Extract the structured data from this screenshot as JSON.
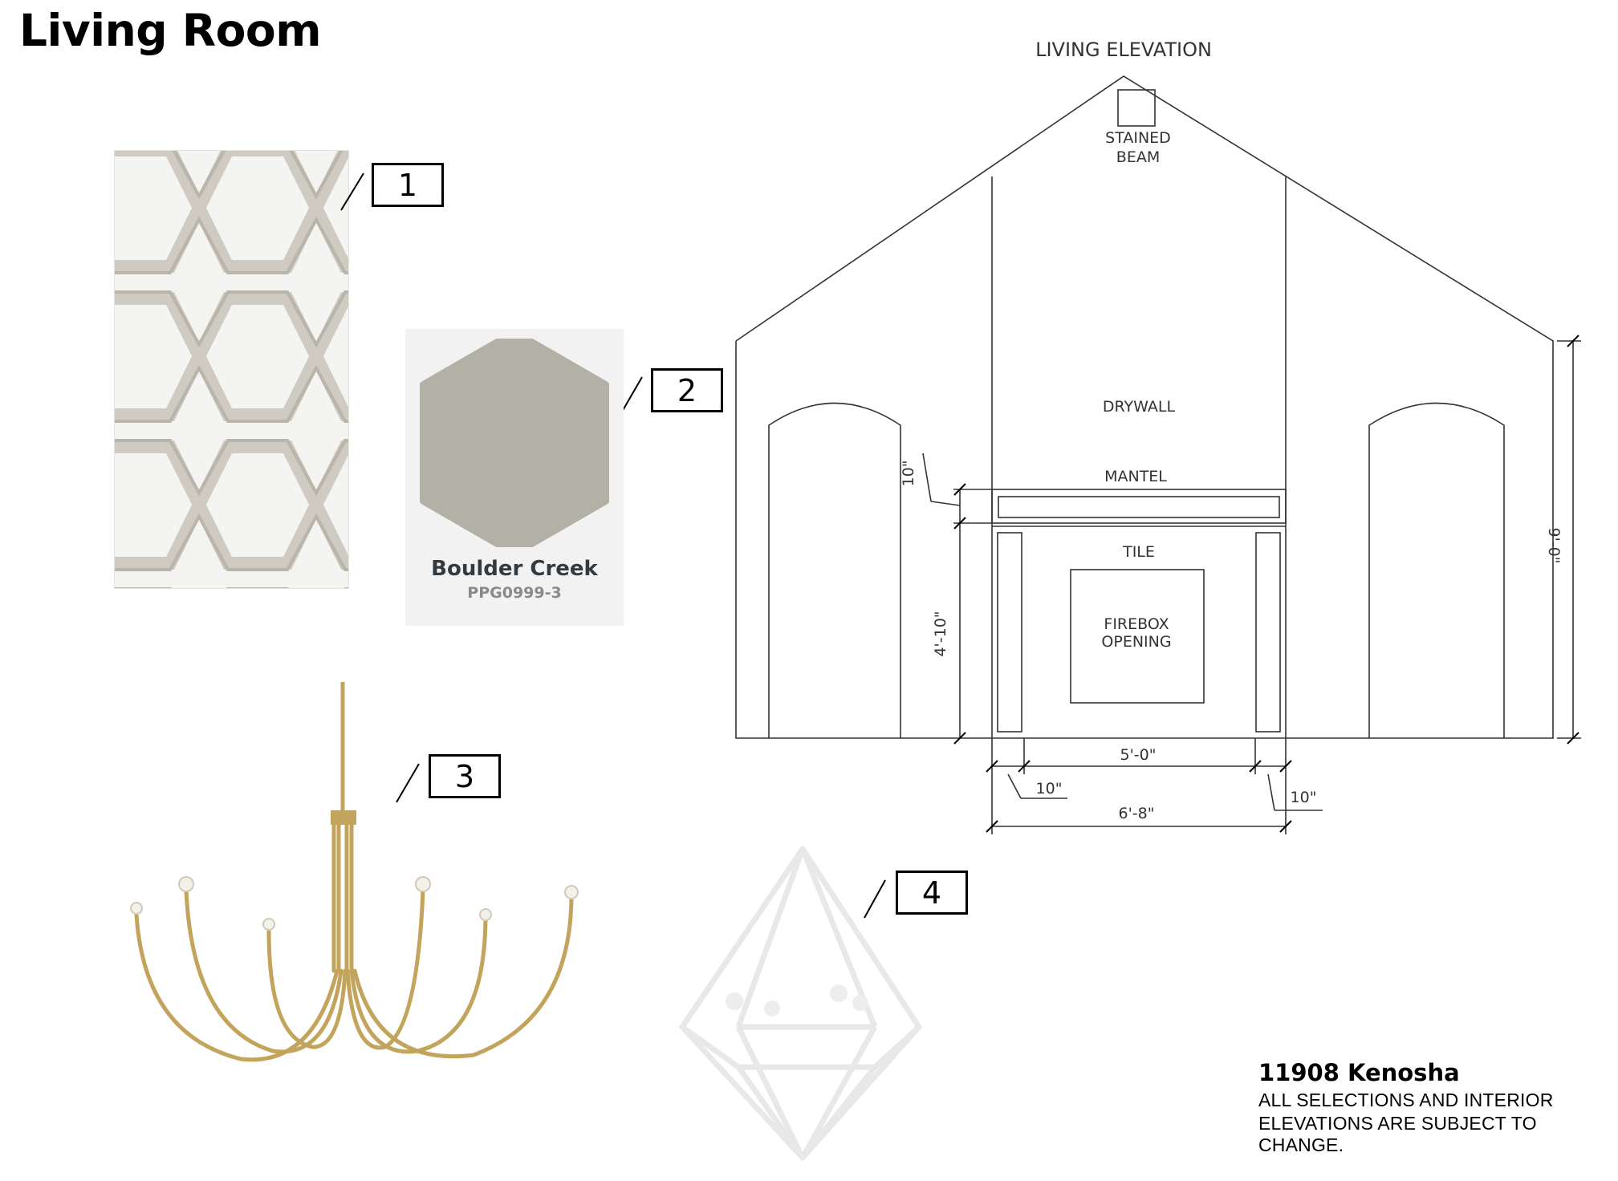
{
  "title": "Living Room",
  "callouts": [
    "1",
    "2",
    "3",
    "4"
  ],
  "paint": {
    "name": "Boulder Creek",
    "code": "PPG0999-3",
    "color": "#b3b0a5"
  },
  "elevation": {
    "title": "LIVING ELEVATION",
    "labels": {
      "beam_1": "STAINED",
      "beam_2": "BEAM",
      "drywall": "DRYWALL",
      "mantel": "MANTEL",
      "tile": "TILE",
      "firebox_1": "FIREBOX",
      "firebox_2": "OPENING"
    },
    "dimensions": {
      "mantel_height": "10\"",
      "firebox_height": "4'-10\"",
      "wall_height": "9'-0\"",
      "opening_width": "5'-0\"",
      "left_side": "10\"",
      "right_side": "10\"",
      "overall_width": "6'-8\""
    }
  },
  "footer": {
    "project": "11908 Kenosha",
    "note_1": "ALL SELECTIONS AND INTERIOR",
    "note_2": "ELEVATIONS ARE SUBJECT TO CHANGE."
  },
  "colors": {
    "brass": "#c2a45c",
    "tile_grout": "#d2cfc6",
    "tile_glass": "#f4f4f2"
  }
}
